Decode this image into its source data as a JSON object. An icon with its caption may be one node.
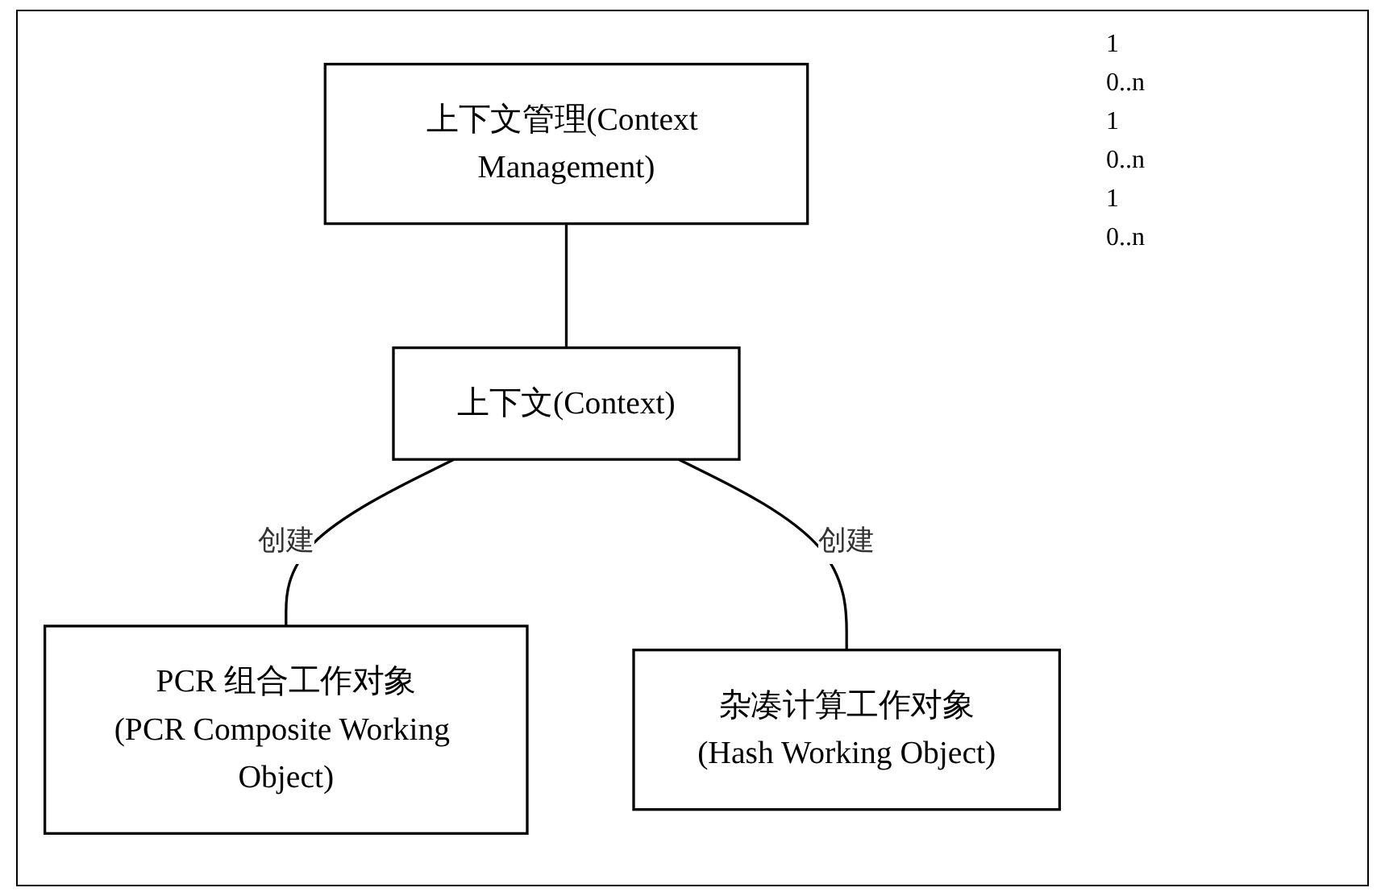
{
  "diagram": {
    "nodes": [
      {
        "text": [
          "上下文管理(Context Management)"
        ]
      },
      {
        "text": [
          "上下文(Context)"
        ]
      },
      {
        "text": [
          "PCR 组合工作对象",
          "(PCR Composite Working Object)"
        ]
      },
      {
        "text": [
          "杂凑计算工作对象",
          "(Hash Working Object)"
        ]
      }
    ],
    "edges": [
      {
        "from": 0,
        "to": 1,
        "arrow": "none"
      },
      {
        "from": 1,
        "to": 2,
        "arrow": "none",
        "label": "创建"
      },
      {
        "from": 1,
        "to": 3,
        "arrow": "none",
        "label": "创建"
      }
    ],
    "labels": [
      "1",
      "0..n",
      "1",
      "0..n",
      "1",
      "0..n"
    ]
  }
}
